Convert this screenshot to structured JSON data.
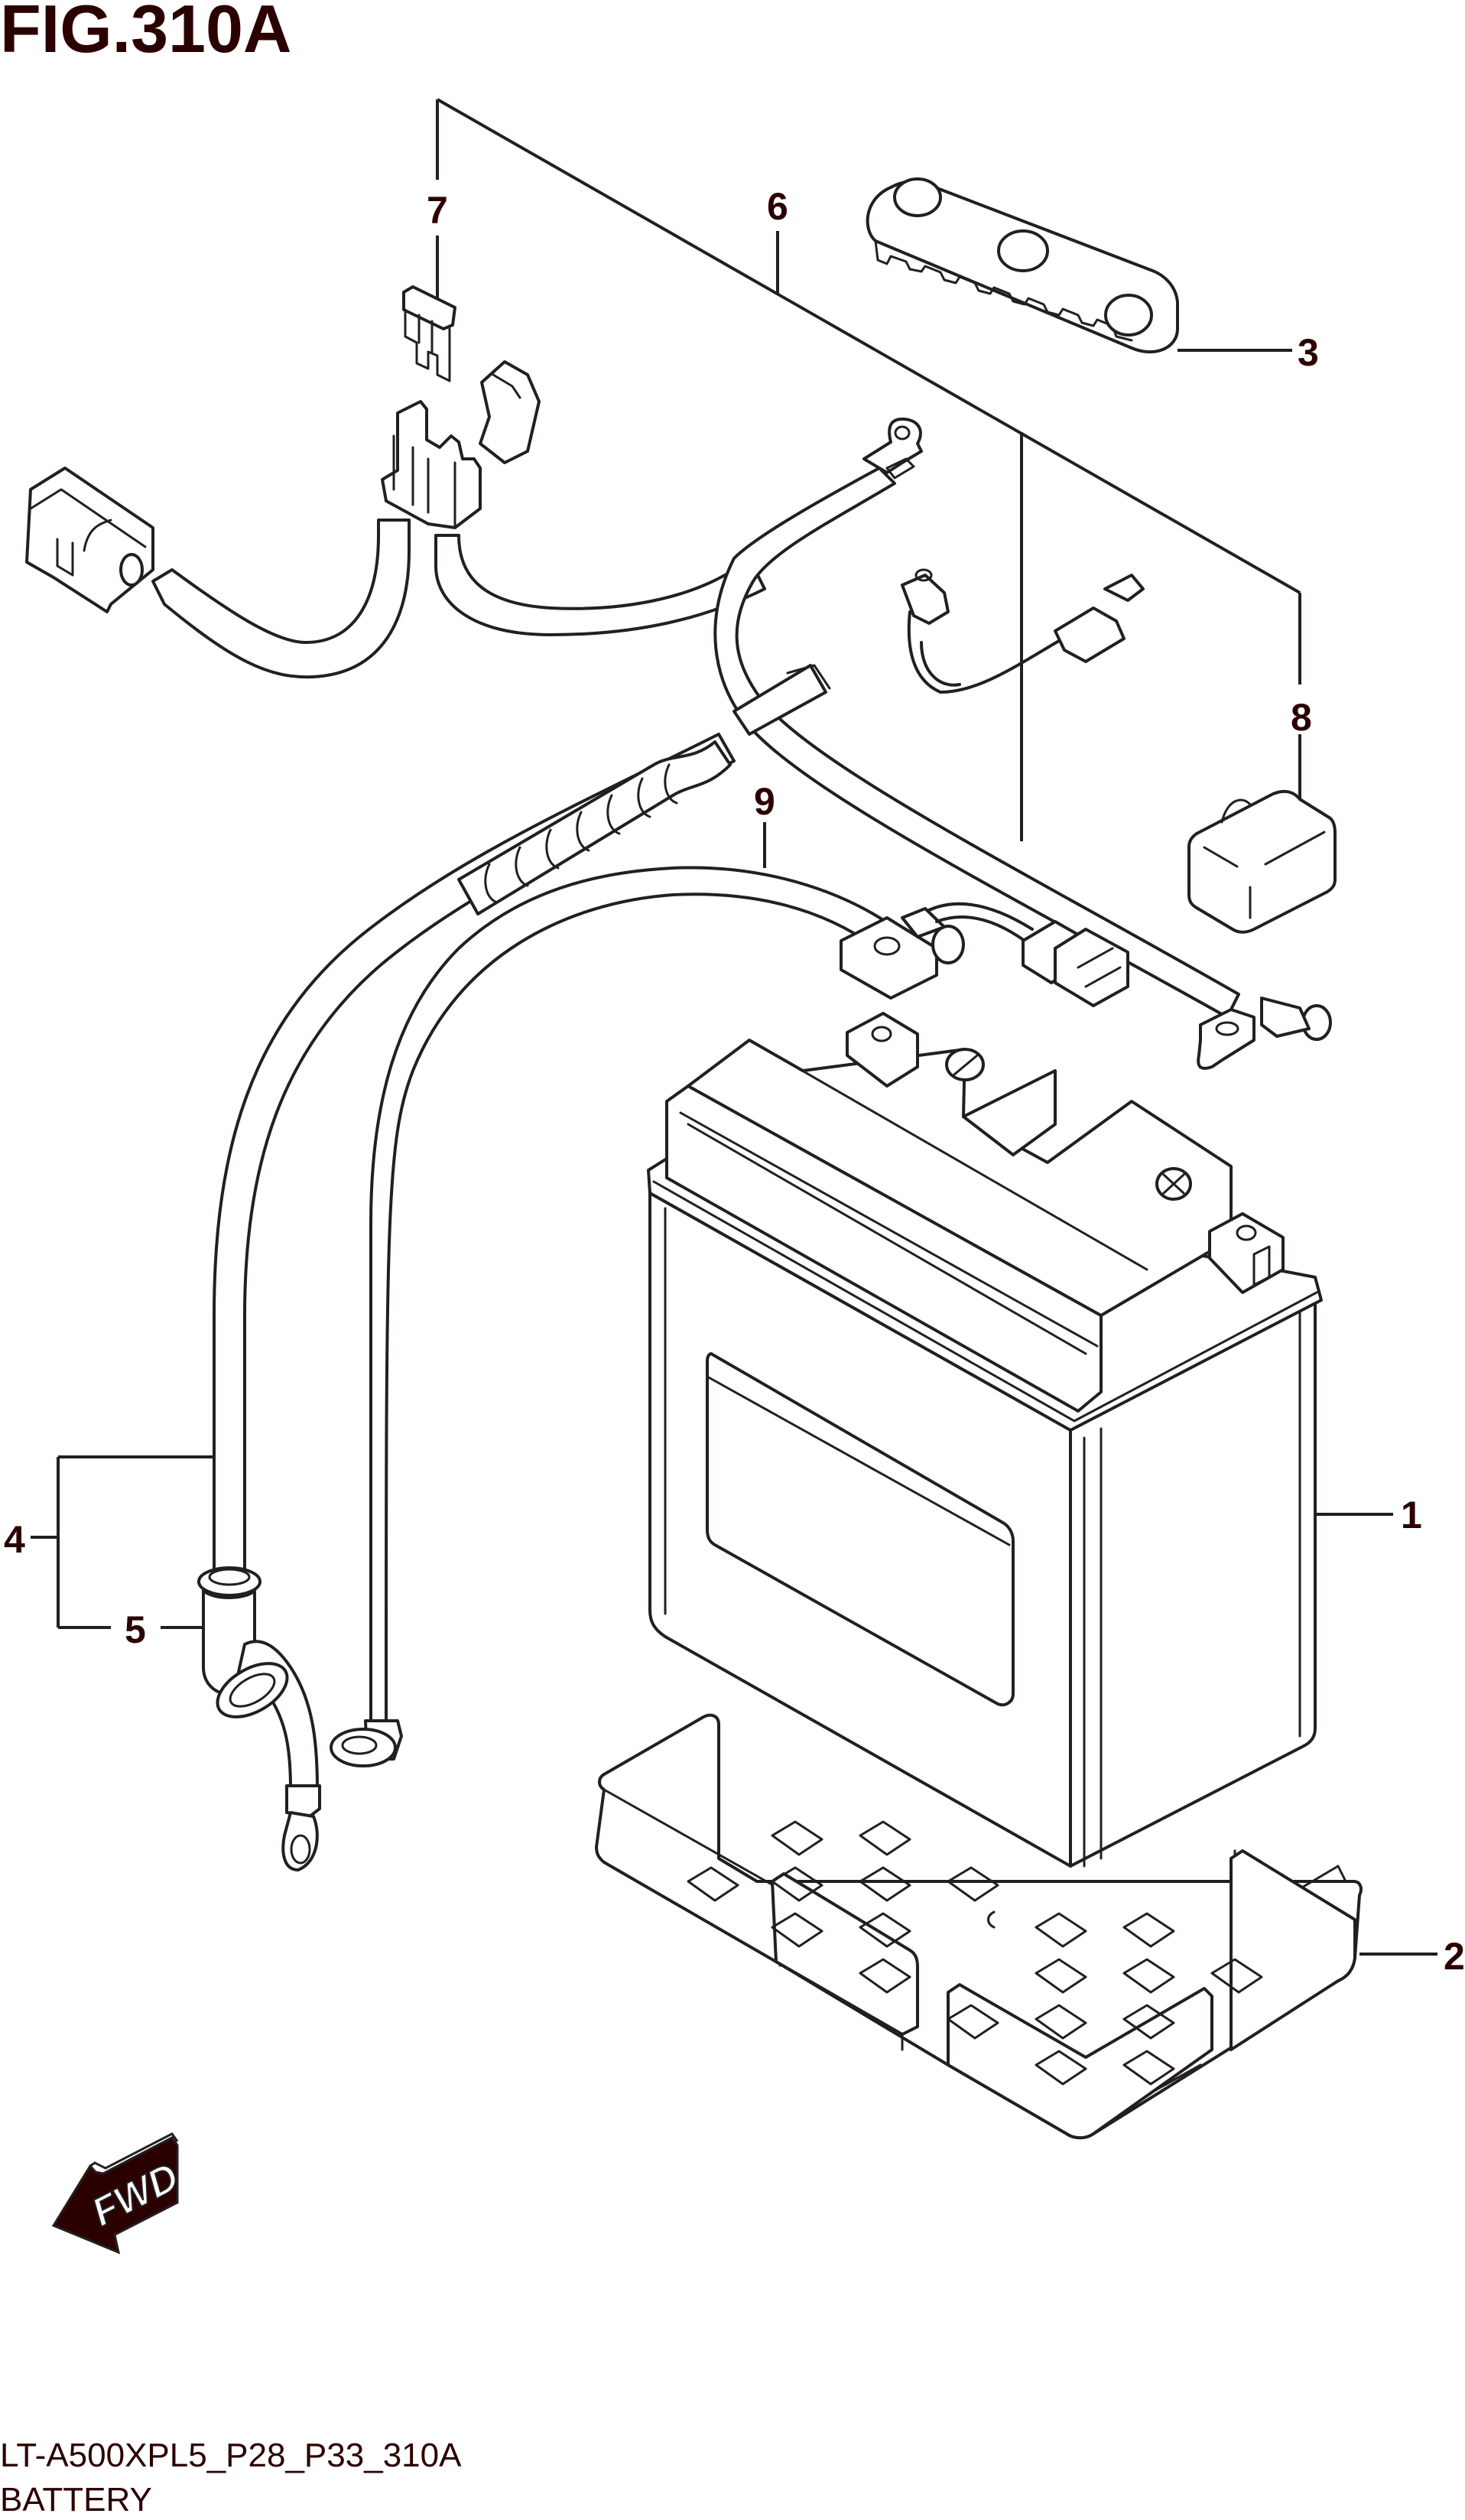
{
  "figure": {
    "title": "FIG.310A",
    "model_code": "LT-A500XPL5_P28_P33_310A",
    "section_name": "BATTERY"
  },
  "callouts": [
    {
      "number": "1",
      "part": "battery"
    },
    {
      "number": "2",
      "part": "battery-tray"
    },
    {
      "number": "3",
      "part": "terminal-cover-strip"
    },
    {
      "number": "4",
      "part": "battery-cable-assembly"
    },
    {
      "number": "5",
      "part": "terminal-boot"
    },
    {
      "number": "6",
      "part": "wiring-harness"
    },
    {
      "number": "7",
      "part": "fuse"
    },
    {
      "number": "8",
      "part": "cap"
    },
    {
      "number": "9",
      "part": "ground-lead"
    }
  ],
  "direction_indicator": {
    "label": "FWD",
    "icon": "forward-arrow-icon"
  },
  "colors": {
    "line": "#231f20",
    "text": "#2b0000",
    "background": "#ffffff"
  }
}
